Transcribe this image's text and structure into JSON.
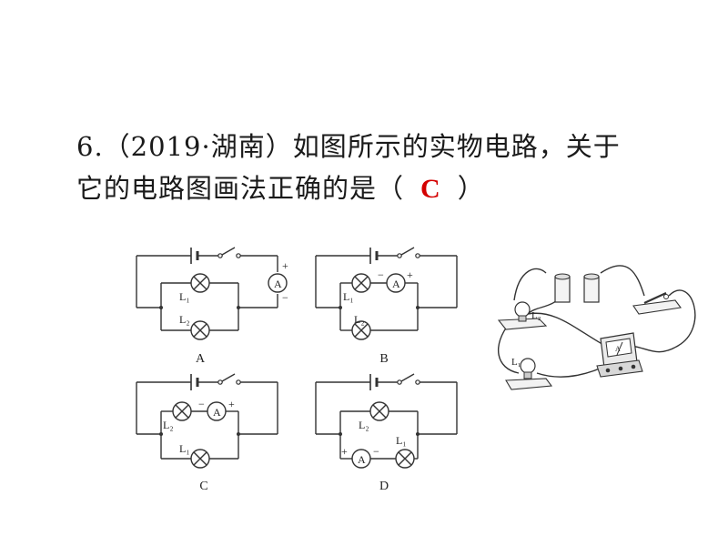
{
  "question": {
    "line1": "6.（2019·湖南）如图所示的实物电路，关于",
    "line2_prefix": "它的电路图画法正确的是（",
    "answer": "C",
    "line2_suffix": "）"
  },
  "options": {
    "A": {
      "letter": "A",
      "l1": "L₁",
      "l2": "L₂",
      "ammeter": "A",
      "plus": "+",
      "minus": "−"
    },
    "B": {
      "letter": "B",
      "l1": "L₁",
      "l2": "L₂",
      "ammeter": "A",
      "plus": "+",
      "minus": "−"
    },
    "C": {
      "letter": "C",
      "l1": "L₁",
      "l2": "L₂",
      "ammeter": "A",
      "plus": "+",
      "minus": "−"
    },
    "D": {
      "letter": "D",
      "l1": "L₁",
      "l2": "L₂",
      "ammeter": "A",
      "plus": "+",
      "minus": "−"
    }
  },
  "photo": {
    "l1": "L₁",
    "l2": "L₂",
    "meter": "A"
  },
  "colors": {
    "answer": "#d40000",
    "ink": "#333333"
  }
}
